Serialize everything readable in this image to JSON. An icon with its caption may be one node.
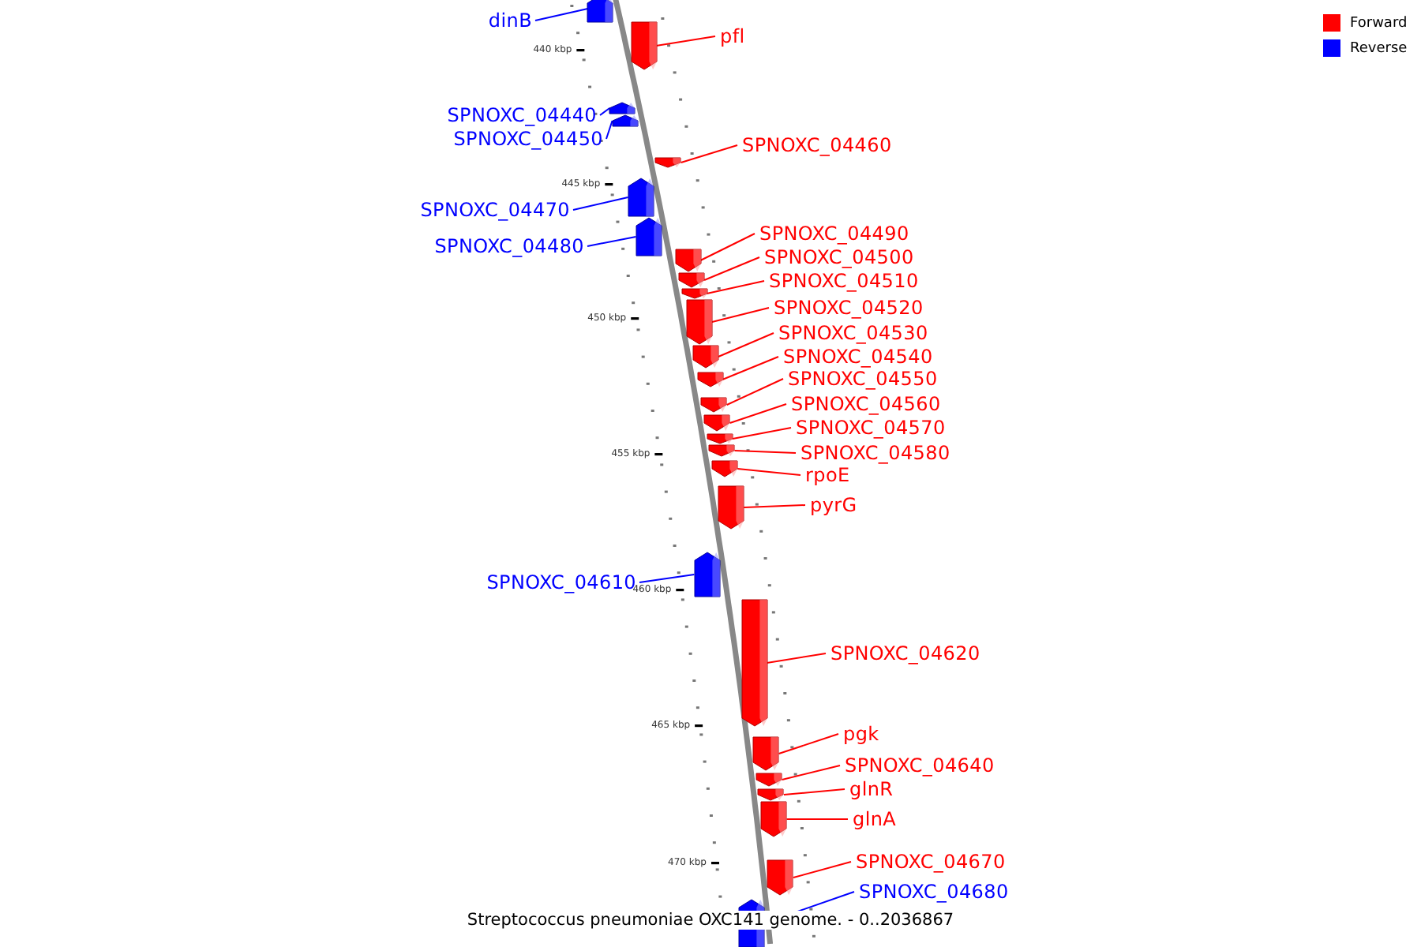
{
  "diagram": {
    "caption": "Streptococcus pneumoniae OXC141 genome. - 0..2036867",
    "nodes": [
      {
        "text": [
          "dinB"
        ]
      },
      {
        "text": [],
        "shape": "bar"
      },
      {
        "text": [
          "pfl"
        ]
      },
      {
        "text": [],
        "shape": "bar"
      },
      {
        "text": [
          "SPNOXC_04440"
        ]
      },
      {
        "text": [],
        "shape": "bar"
      },
      {
        "text": [
          "SPNOXC_04450"
        ]
      },
      {
        "text": [],
        "shape": "bar"
      },
      {
        "text": [
          "SPNOXC_04460"
        ]
      },
      {
        "text": [],
        "shape": "bar"
      },
      {
        "text": [
          "SPNOXC_04470"
        ]
      },
      {
        "text": [],
        "shape": "bar"
      },
      {
        "text": [
          "SPNOXC_04480"
        ]
      },
      {
        "text": [],
        "shape": "bar"
      },
      {
        "text": [
          "SPNOXC_04490"
        ]
      },
      {
        "text": [],
        "shape": "bar"
      },
      {
        "text": [
          "SPNOXC_04500"
        ]
      },
      {
        "text": [],
        "shape": "bar"
      },
      {
        "text": [
          "SPNOXC_04510"
        ]
      },
      {
        "text": [],
        "shape": "bar"
      },
      {
        "text": [
          "SPNOXC_04520"
        ]
      },
      {
        "text": [],
        "shape": "bar"
      },
      {
        "text": [
          "SPNOXC_04530"
        ]
      },
      {
        "text": [],
        "shape": "bar"
      },
      {
        "text": [
          "SPNOXC_04540"
        ]
      },
      {
        "text": [],
        "shape": "bar"
      },
      {
        "text": [
          "SPNOXC_04550"
        ]
      },
      {
        "text": [],
        "shape": "bar"
      },
      {
        "text": [
          "SPNOXC_04560"
        ]
      },
      {
        "text": [],
        "shape": "bar"
      },
      {
        "text": [
          "SPNOXC_04570"
        ]
      },
      {
        "text": [],
        "shape": "bar"
      },
      {
        "text": [
          "SPNOXC_04580"
        ]
      },
      {
        "text": [],
        "shape": "bar"
      },
      {
        "text": [
          "rpoE"
        ]
      },
      {
        "text": [],
        "shape": "bar"
      },
      {
        "text": [
          "pyrG"
        ]
      },
      {
        "text": [],
        "shape": "bar"
      },
      {
        "text": [
          "SPNOXC_04610"
        ]
      },
      {
        "text": [],
        "shape": "bar"
      },
      {
        "text": [
          "SPNOXC_04620"
        ]
      },
      {
        "text": [],
        "shape": "bar"
      },
      {
        "text": [
          "pgk"
        ]
      },
      {
        "text": [],
        "shape": "bar"
      },
      {
        "text": [
          "SPNOXC_04640"
        ]
      },
      {
        "text": [],
        "shape": "bar"
      },
      {
        "text": [
          "glnR"
        ]
      },
      {
        "text": [],
        "shape": "bar"
      },
      {
        "text": [
          "glnA"
        ]
      },
      {
        "text": [],
        "shape": "bar"
      },
      {
        "text": [
          "SPNOXC_04670"
        ]
      },
      {
        "text": [],
        "shape": "bar"
      },
      {
        "text": [
          "SPNOXC_04680"
        ]
      },
      {
        "text": [],
        "shape": "bar"
      }
    ],
    "edges": [
      {
        "from": 0,
        "to": 1,
        "arrow": "none",
        "color": "#0000ff"
      },
      {
        "from": 2,
        "to": 3,
        "arrow": "none"
      },
      {
        "from": 4,
        "to": 5,
        "arrow": "none",
        "color": "#0000ff"
      },
      {
        "from": 6,
        "to": 7,
        "arrow": "none",
        "color": "#0000ff"
      },
      {
        "from": 8,
        "to": 9,
        "arrow": "none"
      },
      {
        "from": 10,
        "to": 11,
        "arrow": "none",
        "color": "#0000ff"
      },
      {
        "from": 12,
        "to": 13,
        "arrow": "none",
        "color": "#0000ff"
      },
      {
        "from": 14,
        "to": 15,
        "arrow": "none"
      },
      {
        "from": 16,
        "to": 17,
        "arrow": "none"
      },
      {
        "from": 18,
        "to": 19,
        "arrow": "none"
      },
      {
        "from": 20,
        "to": 21,
        "arrow": "none"
      },
      {
        "from": 22,
        "to": 23,
        "arrow": "none"
      },
      {
        "from": 24,
        "to": 25,
        "arrow": "none"
      },
      {
        "from": 26,
        "to": 27,
        "arrow": "none"
      },
      {
        "from": 28,
        "to": 29,
        "arrow": "none"
      },
      {
        "from": 30,
        "to": 31,
        "arrow": "none"
      },
      {
        "from": 32,
        "to": 33,
        "arrow": "none"
      },
      {
        "from": 34,
        "to": 35,
        "arrow": "none"
      },
      {
        "from": 36,
        "to": 37,
        "arrow": "none"
      },
      {
        "from": 38,
        "to": 39,
        "arrow": "none",
        "color": "#0000ff"
      },
      {
        "from": 40,
        "to": 41,
        "arrow": "none"
      },
      {
        "from": 42,
        "to": 43,
        "arrow": "none"
      },
      {
        "from": 44,
        "to": 45,
        "arrow": "none"
      },
      {
        "from": 46,
        "to": 47,
        "arrow": "none"
      },
      {
        "from": 48,
        "to": 49,
        "arrow": "none"
      },
      {
        "from": 50,
        "to": 51,
        "arrow": "none"
      },
      {
        "from": 52,
        "to": 53,
        "arrow": "none",
        "color": "#0000ff"
      }
    ],
    "labels": [
      "440 kbp",
      "445 kbp",
      "450 kbp",
      "455 kbp",
      "460 kbp",
      "465 kbp",
      "470 kbp"
    ],
    "legend": [
      {
        "text": "Forward",
        "color": "#ff0000"
      },
      {
        "text": "Reverse",
        "color": "#0000ff"
      }
    ]
  }
}
